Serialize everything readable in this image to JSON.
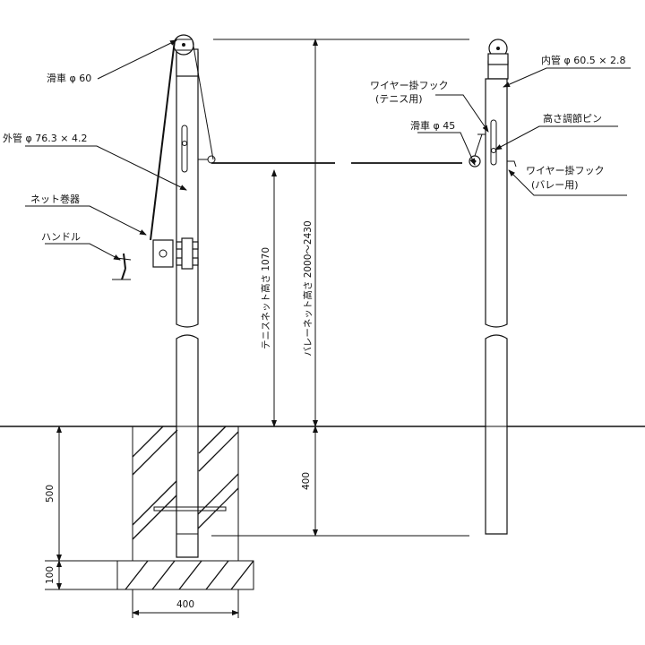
{
  "labels": {
    "pulley_60": "滑車 φ 60",
    "outer_pipe": "外管 φ 76.3 × 4.2",
    "net_winder": "ネット巻器",
    "handle": "ハンドル",
    "inner_pipe": "内管 φ 60.5 × 2.8",
    "wire_hook_tennis_1": "ワイヤー掛フック",
    "wire_hook_tennis_2": "(テニス用)",
    "pulley_45": "滑車 φ 45",
    "height_pin": "高さ調節ピン",
    "wire_hook_volley_1": "ワイヤー掛フック",
    "wire_hook_volley_2": "(バレー用)"
  },
  "dimensions": {
    "tennis_net_height": "テニスネット高さ 1070",
    "volley_net_height": "バレーネット高さ 2000〜2430",
    "embed_depth": "400",
    "foundation_depth": "500",
    "base_thickness": "100",
    "foundation_width": "400"
  }
}
